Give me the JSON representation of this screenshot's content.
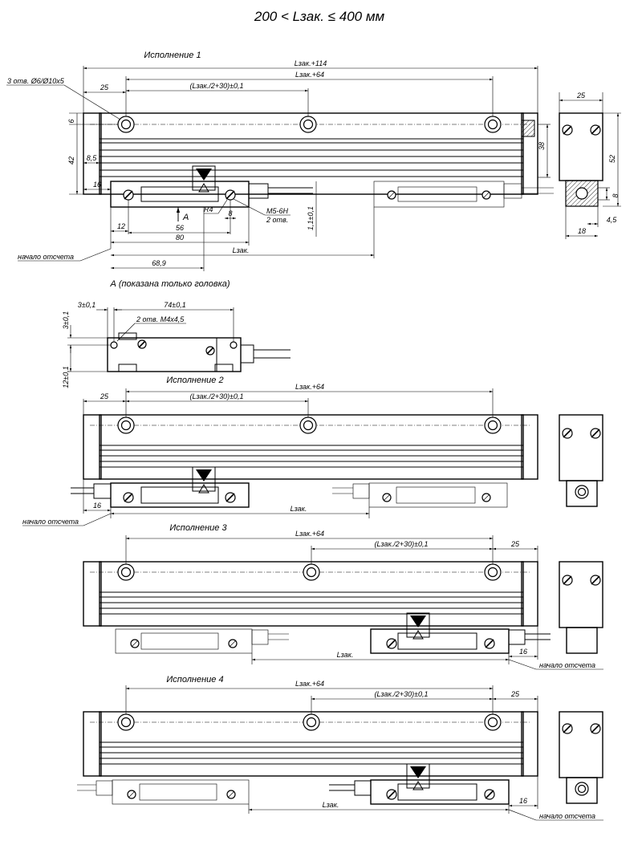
{
  "header": {
    "title": "200 < Lзак. ≤ 400 мм"
  },
  "variants": {
    "v1": "Исполнение 1",
    "v2": "Исполнение 2",
    "v3": "Исполнение 3",
    "v4": "Исполнение 4"
  },
  "view_a_title": "А (показана только головка)",
  "labels": {
    "origin": "начало отсчета",
    "holes_main": "3 отв. Ø6/Ø10х5",
    "thread_m5": "M5-6H",
    "holes_2": "2 отв.",
    "holes_m4": "2 отв. M4х4,5",
    "radius": "R4",
    "view_marker": "A"
  },
  "dims": {
    "l114": "Lзак.+114",
    "l64": "Lзак.+64",
    "lhalf": "(Lзак./2+30)±0,1",
    "lzak": "Lзак.",
    "d25": "25",
    "d6": "6",
    "d42": "42",
    "d85": "8,5",
    "d16": "16",
    "d12": "12",
    "d56": "56",
    "d80": "80",
    "d8": "8",
    "d689": "68,9",
    "d11": "1,1±0,1",
    "d38": "38",
    "d52": "52",
    "d45": "4,5",
    "d18": "18",
    "d3": "3±0,1",
    "d74": "74±0,1",
    "d12b": "12±0,1"
  }
}
